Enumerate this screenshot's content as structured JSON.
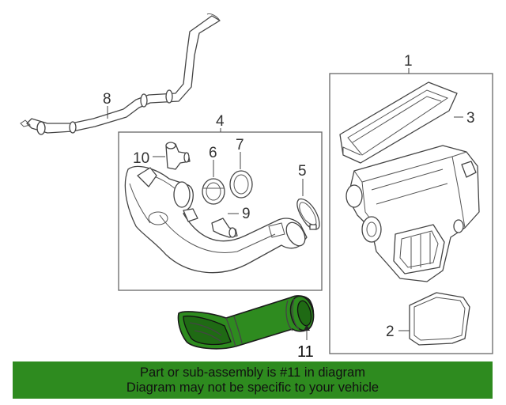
{
  "callouts": {
    "c1": "1",
    "c2": "2",
    "c3": "3",
    "c4": "4",
    "c5": "5",
    "c6": "6",
    "c7": "7",
    "c8": "8",
    "c9": "9",
    "c10": "10",
    "c11": "11"
  },
  "highlighted_part": "11",
  "highlight_color": "#2e8b1f",
  "banner": {
    "line1": "Part or sub-assembly is #11 in diagram",
    "line2": "Diagram may not be specific to your vehicle"
  }
}
